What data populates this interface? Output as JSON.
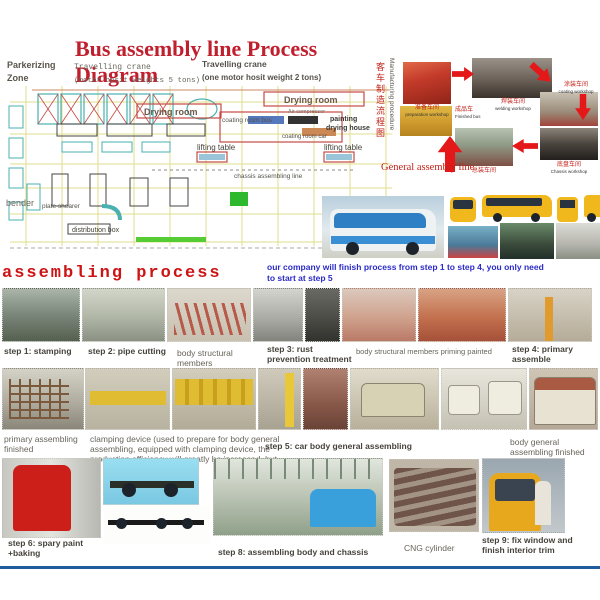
{
  "title": "Bus assembly line Process Diagram",
  "colors": {
    "title_red": "#c01f2e",
    "note_blue": "#2a2ac8",
    "label_dark": "#45423a",
    "divider_blue": "#1e5c9e",
    "plan_grid_yellow": "#e2dc88",
    "plan_cyan": "#4ab0b0",
    "plan_red": "#c44a42",
    "plan_green": "#2eb82e"
  },
  "floor_plan": {
    "parkerizing_line1": "Parkerizing",
    "parkerizing_line2": "Zone",
    "crane_left_line1": "Travelling crane",
    "crane_left_line2": "(motor hosit weights 5 tons)",
    "crane_right_line1": "Travelling crane",
    "crane_right_line2": "(one motor hosit weight 2 tons)",
    "drying_room_left": "Drying room",
    "drying_room_right": "Drying room",
    "coating_room_bus": "coating room bus",
    "air_compressor": "Air compressor",
    "painting": "painting",
    "drying_house": "drying house",
    "coating_room_car": "coating room car",
    "lifting_table_left": "lifting table",
    "lifting_table_right": "lifting table",
    "chassis_assembling_line": "chassis assembling line",
    "bender": "bender",
    "plate_shearer": "plate shearer",
    "distribution_box": "distribution box"
  },
  "collage": {
    "vertical_cn": "客车制造流程图",
    "vertical_en": "Manufacturing procedure",
    "general_assembly_line": "General assembly line",
    "captions": [
      {
        "cn": "准备车间",
        "en": "preparation workshop"
      },
      {
        "cn": "焊装车间",
        "en": "welding workshop"
      },
      {
        "cn": "涂装车间",
        "en": "coating workshop"
      },
      {
        "cn": "底盘车间",
        "en": "Chassis workshop"
      },
      {
        "cn": "总装车间",
        "en": ""
      },
      {
        "cn": "成品车",
        "en": "Finished bus"
      }
    ]
  },
  "section": {
    "heading": "assembling process",
    "note_line1": "our company will finish process from step 1 to step 4, you only need",
    "note_line2": "to start at step 5"
  },
  "row1": {
    "labels": [
      "step 1: stamping",
      "step 2: pipe cutting",
      "body structural members",
      "step 3: rust prevention treatment",
      "body structural members priming painted",
      "step 4: primary assemble"
    ]
  },
  "row2": {
    "labels": [
      "primary assembling finished",
      "clamping device (used to prepare for body general assembling, equipped with clamping device, the production efficiency will greatly be increased, but",
      "step 5: car body general assembling",
      "body general assembling finished"
    ]
  },
  "row3": {
    "labels": [
      "step 6: spary paint +baking",
      "step 8: assembling body and chassis",
      "CNG cylinder",
      "step 9: fix window and finish interior trim"
    ]
  }
}
